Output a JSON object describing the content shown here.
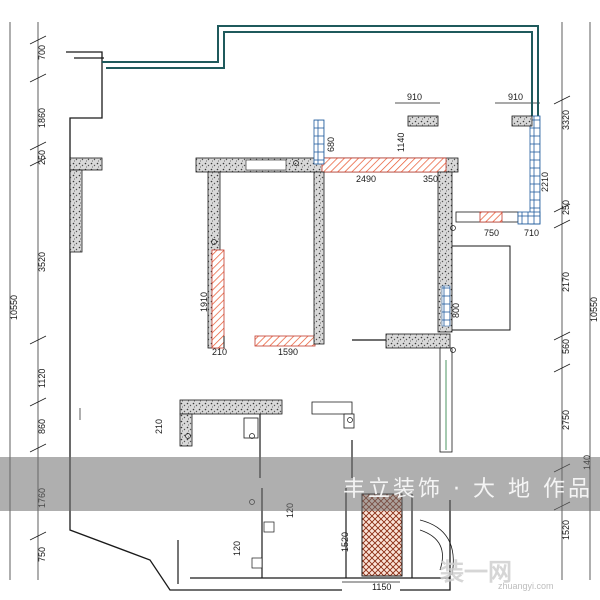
{
  "banner": {
    "text": "丰立装饰 · 大 地 作品"
  },
  "watermark": {
    "text": "装一网",
    "url": "zhuangyi.com"
  },
  "dimensions": {
    "left": [
      "700",
      "1860",
      "250",
      "3520",
      "10550",
      "1120",
      "860",
      "1760",
      "750"
    ],
    "right": [
      "3320",
      "2210",
      "250",
      "2170",
      "10550",
      "560",
      "2750",
      "140",
      "1520"
    ],
    "top": [
      "910",
      "910"
    ],
    "interior": [
      "680",
      "1140",
      "2490",
      "350",
      "750",
      "710",
      "1910",
      "210",
      "1590",
      "800",
      "210",
      "120",
      "1520",
      "120",
      "1150"
    ]
  },
  "colors": {
    "line": "#1a1a1a",
    "teal": "#1f5a5c",
    "accent": "#e8532a",
    "banner": "#6e6e6e"
  }
}
